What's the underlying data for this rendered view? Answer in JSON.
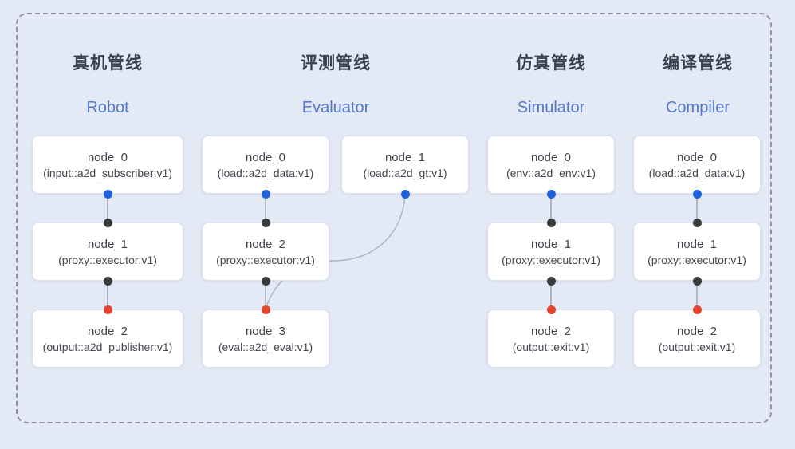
{
  "diagram": {
    "kind": "pipeline-graph",
    "frame": "dashed-rounded-border"
  },
  "colors": {
    "background": "#e4e9f6",
    "frame_dash": "#8f949e",
    "node_bg": "#ffffff",
    "node_border": "#dcdfe8",
    "title_zh": "#3a414e",
    "title_en": "#5278cf",
    "port_input": "#1e62dd",
    "port_mid": "#3a3a3a",
    "port_output": "#e6432f",
    "connector": "#98a0ac",
    "curve": "#aab3c4"
  },
  "pipelines": [
    {
      "id": "robot",
      "title_zh": "真机管线",
      "title_en": "Robot",
      "nodes": [
        {
          "name": "node_0",
          "type": "(input::a2d_subscriber:v1)"
        },
        {
          "name": "node_1",
          "type": "(proxy::executor:v1)"
        },
        {
          "name": "node_2",
          "type": "(output::a2d_publisher:v1)"
        }
      ]
    },
    {
      "id": "evaluator",
      "title_zh": "评测管线",
      "title_en": "Evaluator",
      "nodes": [
        {
          "name": "node_0",
          "type": "(load::a2d_data:v1)"
        },
        {
          "name": "node_1",
          "type": "(load::a2d_gt:v1)"
        },
        {
          "name": "node_2",
          "type": "(proxy::executor:v1)"
        },
        {
          "name": "node_3",
          "type": "(eval::a2d_eval:v1)"
        }
      ]
    },
    {
      "id": "simulator",
      "title_zh": "仿真管线",
      "title_en": "Simulator",
      "nodes": [
        {
          "name": "node_0",
          "type": "(env::a2d_env:v1)"
        },
        {
          "name": "node_1",
          "type": "(proxy::executor:v1)"
        },
        {
          "name": "node_2",
          "type": "(output::exit:v1)"
        }
      ]
    },
    {
      "id": "compiler",
      "title_zh": "编译管线",
      "title_en": "Compiler",
      "nodes": [
        {
          "name": "node_0",
          "type": "(load::a2d_data:v1)"
        },
        {
          "name": "node_1",
          "type": "(proxy::executor:v1)"
        },
        {
          "name": "node_2",
          "type": "(output::exit:v1)"
        }
      ]
    }
  ]
}
